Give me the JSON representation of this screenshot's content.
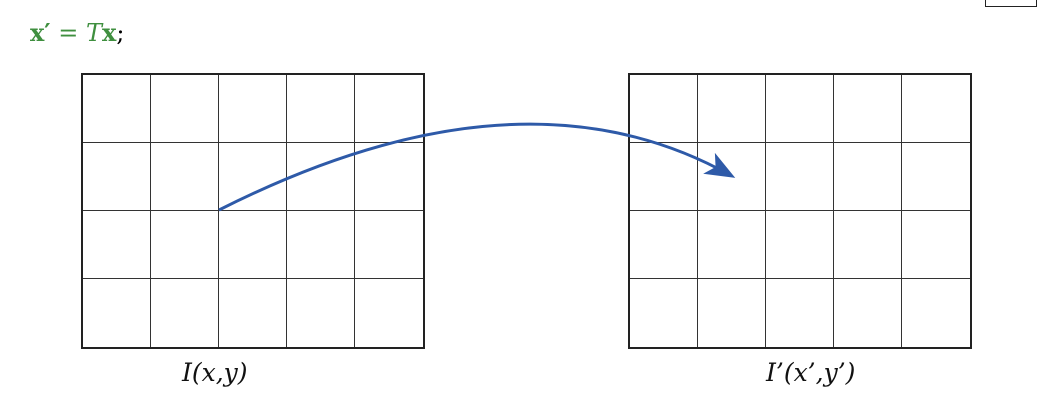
{
  "formula": {
    "lhs": "x′",
    "equals": " = ",
    "T": "T",
    "x": "x",
    "end": ";"
  },
  "grids": {
    "rows": 4,
    "cols": 5
  },
  "captions": {
    "left": "I(x,y)",
    "right": "I’(x’,y’)"
  },
  "colors": {
    "formula": "#3f8f3f",
    "arrow": "#2e5aa8",
    "grid_lines": "#222222"
  }
}
